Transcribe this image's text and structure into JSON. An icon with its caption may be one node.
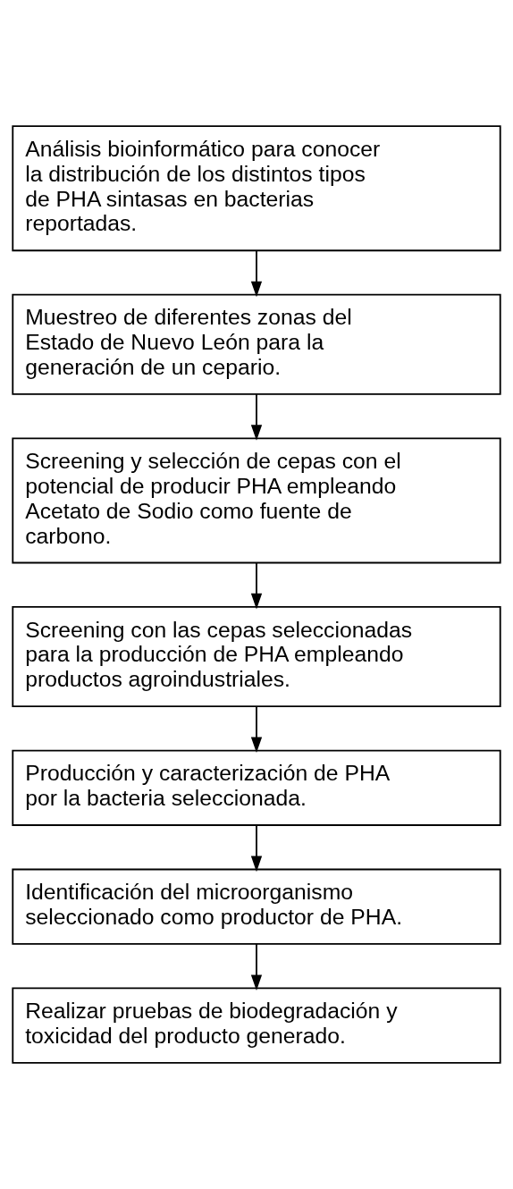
{
  "diagram": {
    "nodes": [
      {
        "text": [
          "Análisis bioinformático para conocer la distribución de los distintos tipos de PHA sintasas en bacterias reportadas."
        ]
      },
      {
        "text": [
          "Muestreo de diferentes zonas del Estado de Nuevo León para la generación de un cepario."
        ]
      },
      {
        "text": [
          "Screening y selección de cepas con el potencial de producir PHA empleando Acetato de Sodio como fuente de carbono."
        ]
      },
      {
        "text": [
          "Screening con las cepas seleccionadas para la producción de PHA empleando productos agroindustriales."
        ]
      },
      {
        "text": [
          "Producción y caracterización de PHA por la bacteria seleccionada."
        ]
      },
      {
        "text": [
          "Identificación del microorganismo seleccionado como productor de PHA."
        ]
      },
      {
        "text": [
          "Realizar pruebas de biodegradación y toxicidad del producto generado."
        ]
      }
    ],
    "edges": [
      {
        "from": 0,
        "to": 1,
        "arrow": "to"
      },
      {
        "from": 1,
        "to": 2,
        "arrow": "to"
      },
      {
        "from": 2,
        "to": 3,
        "arrow": "to"
      },
      {
        "from": 3,
        "to": 4,
        "arrow": "to"
      },
      {
        "from": 4,
        "to": 5,
        "arrow": "to"
      },
      {
        "from": 5,
        "to": 6,
        "arrow": "to"
      }
    ]
  }
}
